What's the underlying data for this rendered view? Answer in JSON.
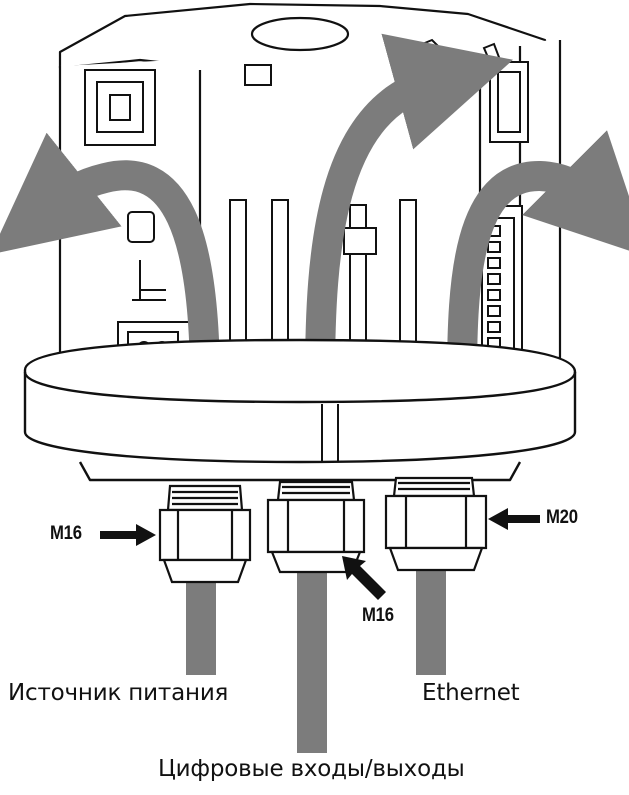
{
  "glands": [
    {
      "id": "left",
      "size": "M16"
    },
    {
      "id": "middle",
      "size": "M16"
    },
    {
      "id": "right",
      "size": "M20"
    }
  ],
  "cables": [
    {
      "id": "power",
      "label": "Источник питания"
    },
    {
      "id": "digital-io",
      "label": "Цифровые входы/выходы"
    },
    {
      "id": "ethernet",
      "label": "Ethernet"
    }
  ],
  "colors": {
    "line": "#111111",
    "cable": "#7c7c7c",
    "arrow": "#7c7c7c",
    "body": "#ffffff",
    "background": "#ffffff"
  }
}
